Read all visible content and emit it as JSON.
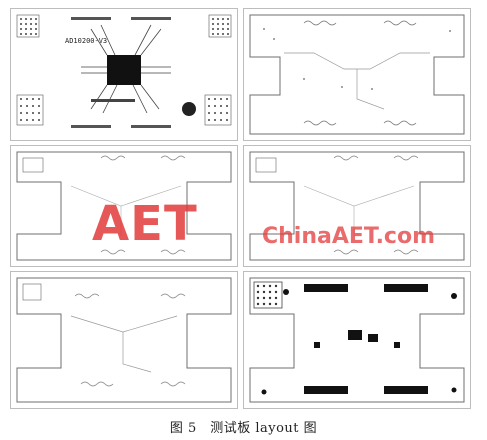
{
  "figure": {
    "caption": "图 5　测试板 layout 图"
  },
  "board": {
    "label": "AD10200-V3"
  },
  "watermark": {
    "logo_text": "AET",
    "site_text": "ChinaAET.com"
  },
  "colors": {
    "outline": "#6f6f6f",
    "trace": "#8a8a8a",
    "pad": "#444444",
    "solid": "#111111",
    "watermark": "#e23a3a"
  }
}
